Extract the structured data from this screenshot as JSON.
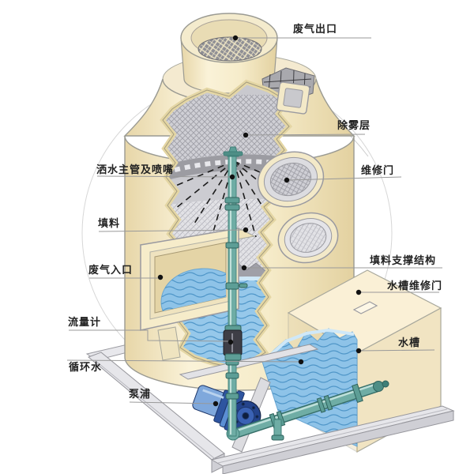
{
  "labels": [
    {
      "id": "exhaust-gas-outlet",
      "text": "废气出口"
    },
    {
      "id": "demister-layer",
      "text": "除雾层"
    },
    {
      "id": "maintenance-door",
      "text": "维修门"
    },
    {
      "id": "spray-main-pipe-and-nozzle",
      "text": "洒水主管及喷嘴"
    },
    {
      "id": "packing",
      "text": "填料"
    },
    {
      "id": "exhaust-gas-inlet",
      "text": "废气入口"
    },
    {
      "id": "flow-meter",
      "text": "流量计"
    },
    {
      "id": "circulating-water",
      "text": "循环水"
    },
    {
      "id": "pump",
      "text": "泵浦"
    },
    {
      "id": "packing-support-structure",
      "text": "填料支撑结构"
    },
    {
      "id": "water-tank-maintenance-door",
      "text": "水槽维修门"
    },
    {
      "id": "water-tank",
      "text": "水槽"
    }
  ],
  "colors": {
    "background": "#ffffff",
    "tower_shell": "#f6ecca",
    "tower_shell_shadow": "#e7d6a8",
    "cut_rim": "#e4d6a4",
    "interior_grey": "#c9c9ce",
    "water": "#8ec3e8",
    "water_line": "#5a9fd0",
    "pipe_teal": "#6fada5",
    "pipe_dark": "#3f7f78",
    "pump_blue": "#3a62b4",
    "pump_dark": "#24448c",
    "frame_grey": "#e6e6ea",
    "leader_line": "#999999",
    "callout_dot": "#111111",
    "label_text": "#222222"
  }
}
